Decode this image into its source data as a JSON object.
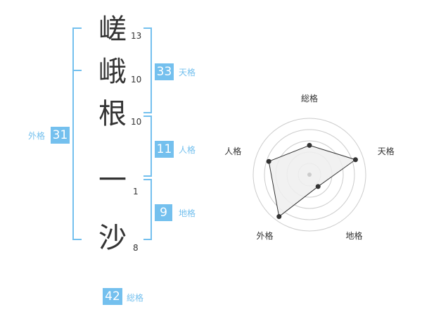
{
  "name_chars": [
    {
      "char": "嵯",
      "strokes": "13"
    },
    {
      "char": "峨",
      "strokes": "10"
    },
    {
      "char": "根",
      "strokes": "10"
    },
    {
      "char": "一",
      "strokes": "1"
    },
    {
      "char": "沙",
      "strokes": "8"
    }
  ],
  "grids": {
    "tenkaku": {
      "value": "33",
      "label": "天格"
    },
    "jinkaku": {
      "value": "11",
      "label": "人格"
    },
    "chikaku": {
      "value": "9",
      "label": "地格"
    },
    "gaikaku": {
      "value": "31",
      "label": "外格"
    },
    "soukaku": {
      "value": "42",
      "label": "総格"
    }
  },
  "chart_data": {
    "type": "radar",
    "axes": [
      "総格",
      "天格",
      "地格",
      "外格",
      "人格"
    ],
    "values": [
      2.6,
      4.3,
      1.3,
      4.6,
      3.8
    ],
    "max": 5,
    "ring_count": 5,
    "colors": {
      "fill": "#eeeeee",
      "line": "#333333",
      "grid": "#cccccc",
      "point": "#333333"
    }
  },
  "colors": {
    "accent": "#74c0ee",
    "text": "#333333"
  }
}
